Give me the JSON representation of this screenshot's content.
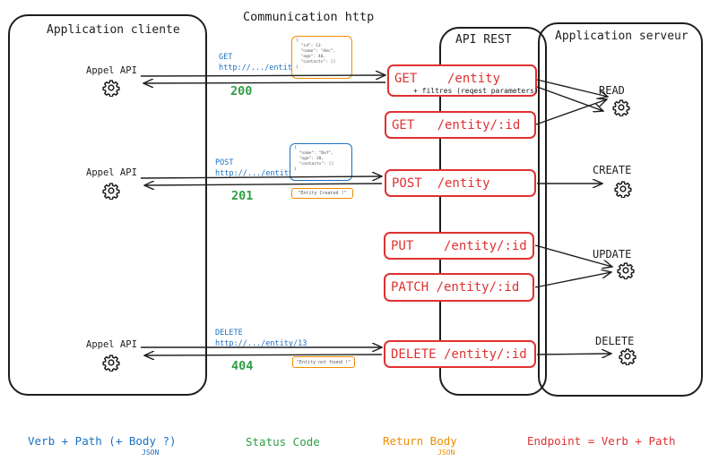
{
  "title": "Communication http",
  "panels": {
    "client": "Application cliente",
    "api": "API REST",
    "server": "Application serveur"
  },
  "callers": [
    "Appel API",
    "Appel API",
    "Appel API"
  ],
  "requests": [
    {
      "verb": "GET",
      "url": "http://.../entity",
      "status": "200"
    },
    {
      "verb": "POST",
      "url": "http://.../entity",
      "status": "201"
    },
    {
      "verb": "DELETE",
      "url": "http://.../entity/13",
      "status": "404"
    }
  ],
  "json_bodies": {
    "get_response": "{\n  \"id\": 13\n  \"name\": \"Abc\",\n  \"age\": 40,\n  \"contacts\": []\n}",
    "post_request": "{\n  \"name\": \"Def\",\n  \"age\": 30,\n  \"contacts\": []\n}"
  },
  "messages": {
    "created": "\"Entity Created !\"",
    "not_found": "\"Entity not found !\""
  },
  "endpoints": [
    {
      "label": "GET    /entity"
    },
    {
      "label": "GET   /entity/:id"
    },
    {
      "label": "POST  /entity"
    },
    {
      "label": "PUT    /entity/:id"
    },
    {
      "label": "PATCH /entity/:id"
    },
    {
      "label": "DELETE /entity/:id"
    }
  ],
  "endpoint_note": "+ filtres (reqest parameters)",
  "operations": [
    "READ",
    "CREATE",
    "UPDATE",
    "DELETE"
  ],
  "legend": {
    "request": "Verb + Path (+ Body ?)",
    "request_sub": "JSON",
    "status": "Status Code",
    "body": "Return Body",
    "body_sub": "JSON",
    "endpoint": "Endpoint = Verb + Path"
  },
  "colors": {
    "request": "#1971c2",
    "status": "#2f9e44",
    "body": "#f08c00",
    "endpoint": "#e03131",
    "stroke": "#1e1e1e"
  }
}
